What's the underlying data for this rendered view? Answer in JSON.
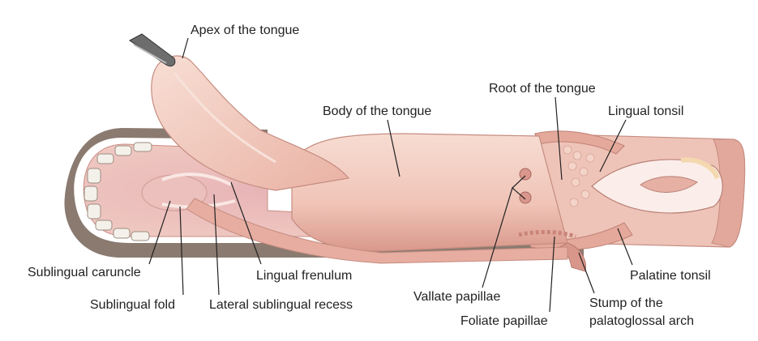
{
  "labels": {
    "apex": "Apex of the tongue",
    "body": "Body of the tongue",
    "root": "Root of the tongue",
    "lingual_tonsil": "Lingual tonsil",
    "sublingual_caruncle": "Sublingual caruncle",
    "sublingual_fold": "Sublingual fold",
    "lateral_sublingual_recess": "Lateral sublingual recess",
    "lingual_frenulum": "Lingual frenulum",
    "vallate_papillae": "Vallate papillae",
    "foliate_papillae": "Foliate papillae",
    "palatine_tonsil": "Palatine tonsil",
    "stump_palatoglossal_arch_line1": "Stump of the",
    "stump_palatoglossal_arch_line2": "palatoglossal arch"
  },
  "colors": {
    "tissue": "#f2c9bd",
    "tissue_dark": "#d99a8e",
    "tissue_light": "#f8ddd3",
    "mucosa": "#e8b3ad",
    "jaw": "#8a7a70",
    "teeth": "#f4f1ea",
    "leader": "#222222"
  }
}
